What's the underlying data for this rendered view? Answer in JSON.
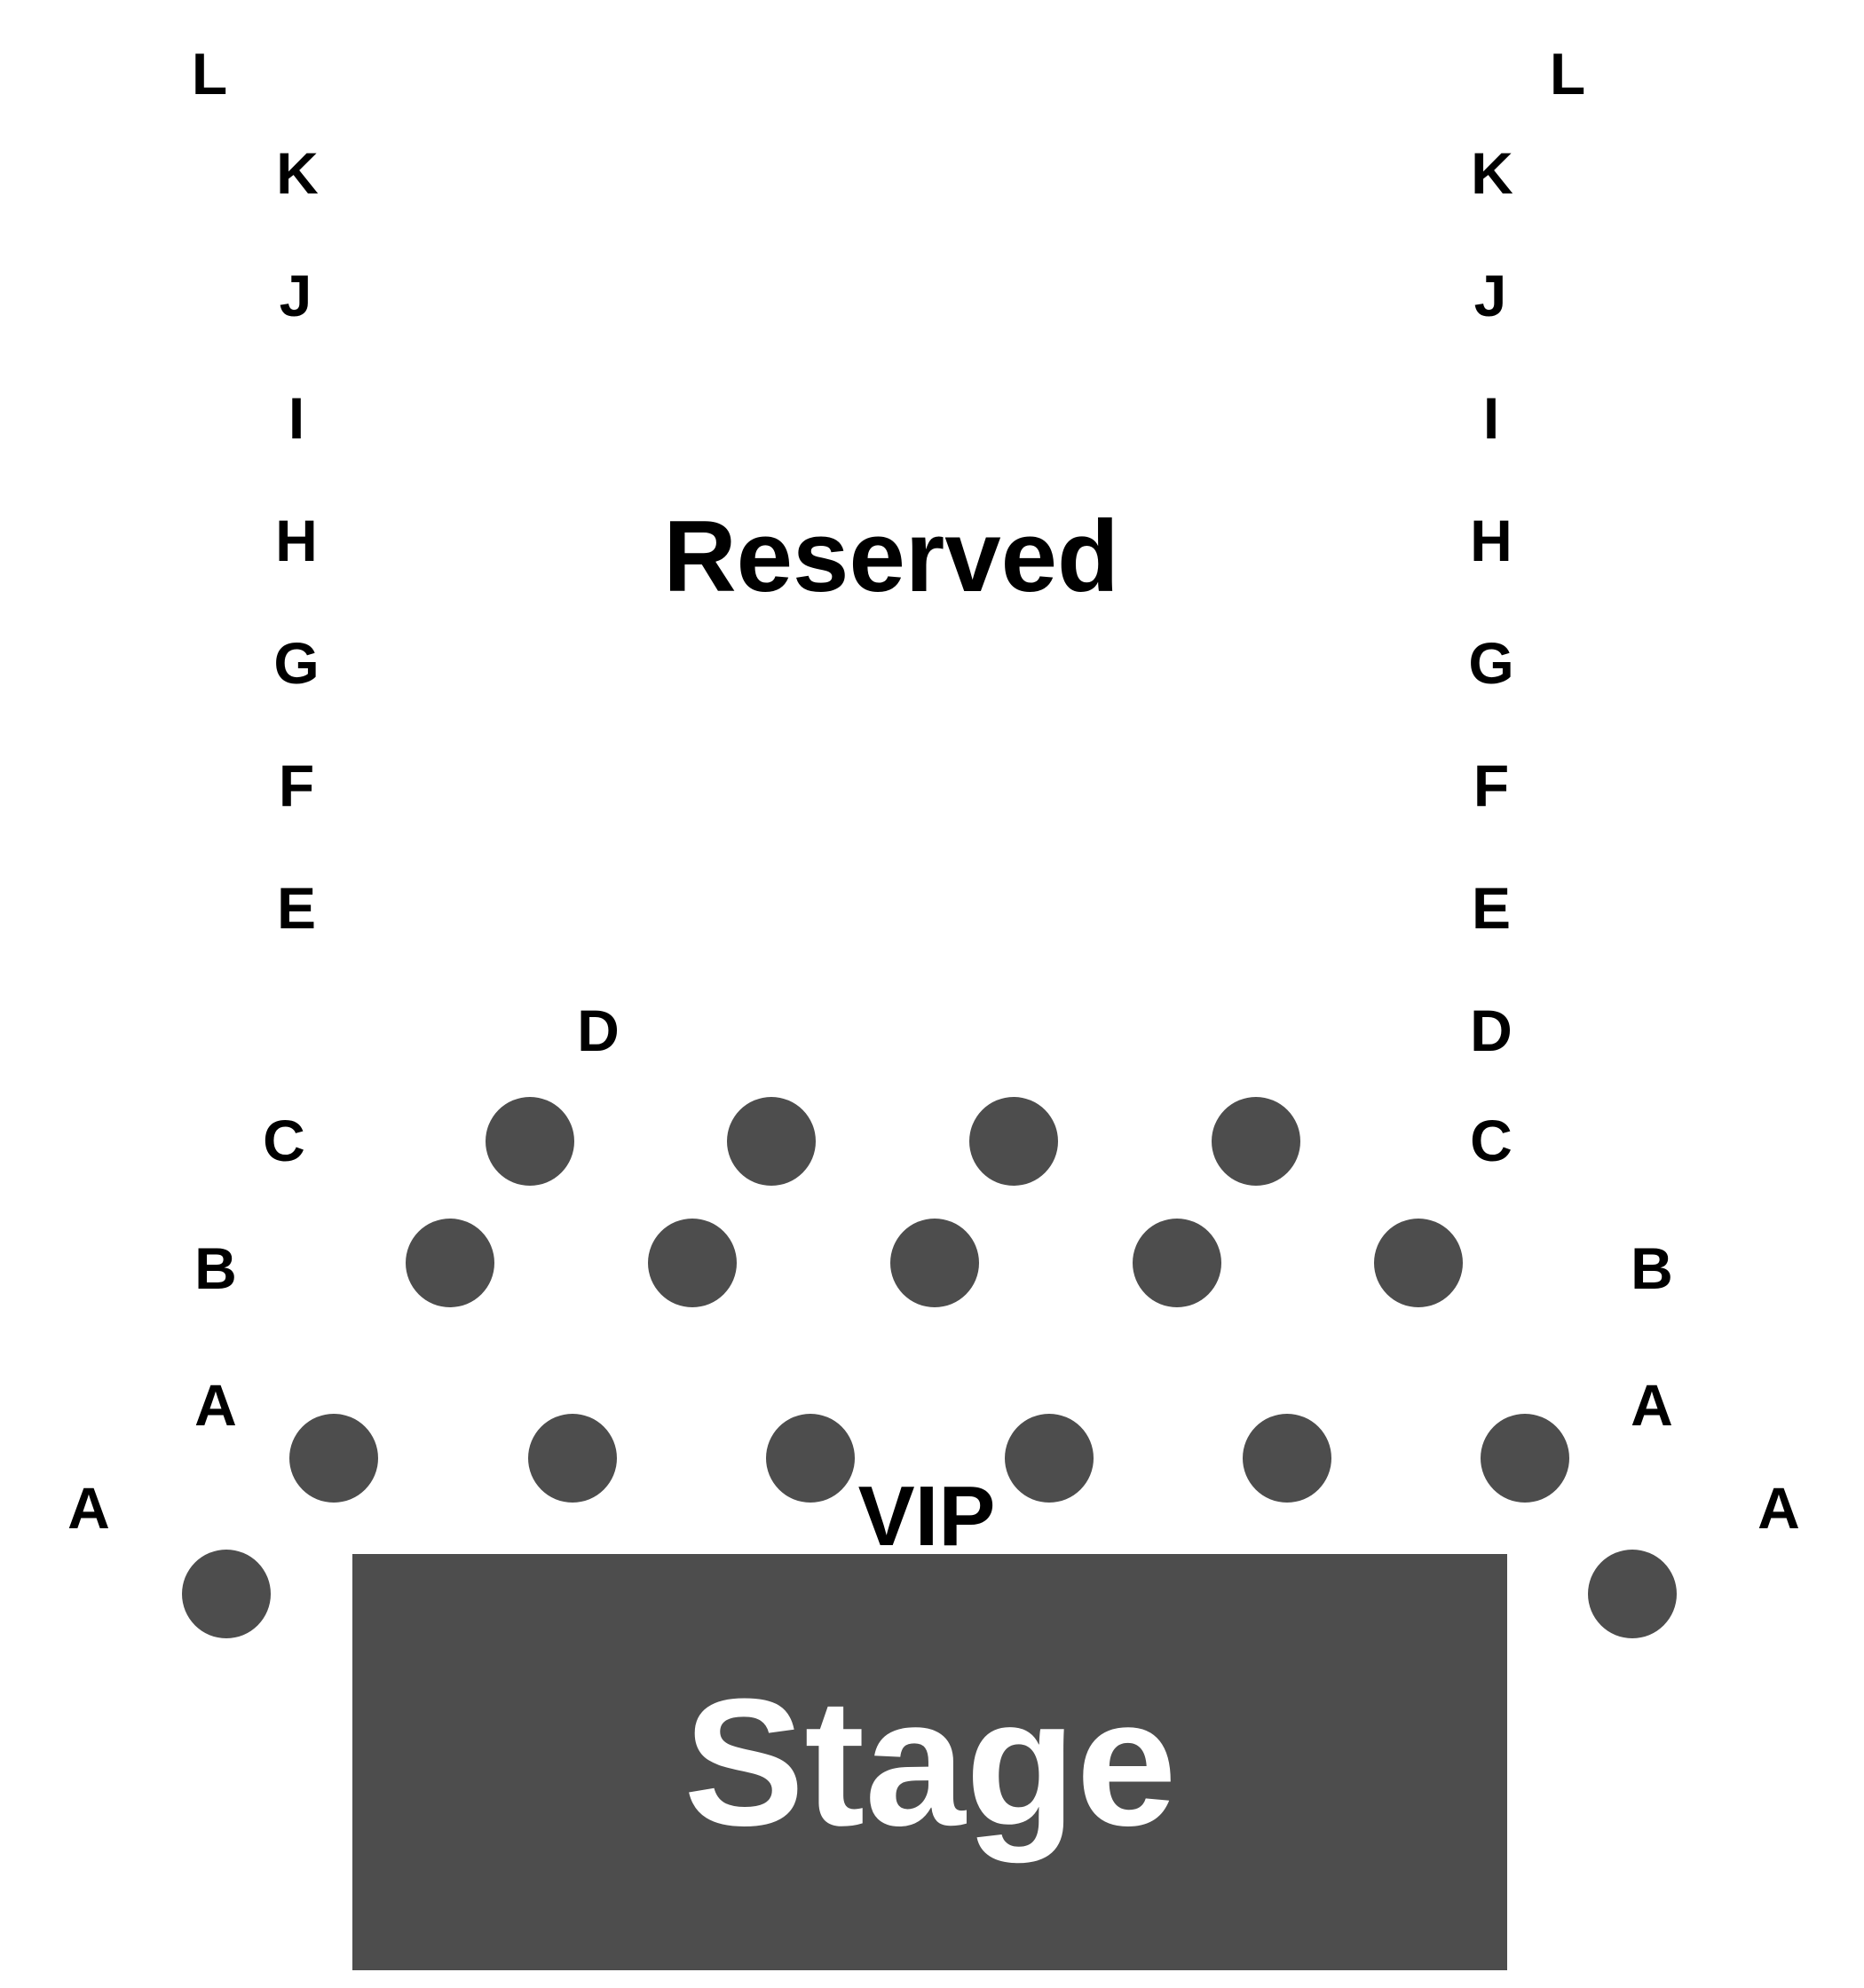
{
  "colors": {
    "background": "#ffffff",
    "seat": "#4d4d4d",
    "stage": "#4d4d4d",
    "label": "#000000",
    "stage_label": "#ffffff"
  },
  "sections": {
    "reserved_label": "Reserved",
    "vip_label": "VIP",
    "stage_label": "Stage"
  },
  "rows": {
    "left": {
      "L": "L",
      "K": "K",
      "J": "J",
      "I": "I",
      "H": "H",
      "G": "G",
      "F": "F",
      "E": "E",
      "D": "D",
      "C": "C",
      "B": "B",
      "A_inner": "A",
      "A_outer": "A"
    },
    "right": {
      "L": "L",
      "K": "K",
      "J": "J",
      "I": "I",
      "H": "H",
      "G": "G",
      "F": "F",
      "E": "E",
      "D": "D",
      "C": "C",
      "B": "B",
      "A_inner": "A",
      "A_outer": "A"
    }
  },
  "vip_seats": {
    "row_C_count": 4,
    "row_B_count": 5,
    "row_A_count": 6,
    "row_A_side_count": 2
  }
}
